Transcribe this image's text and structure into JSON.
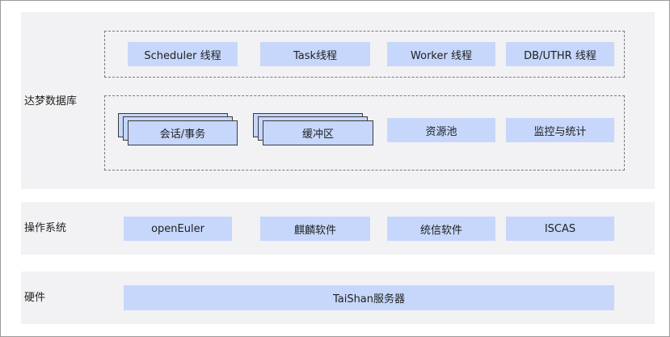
{
  "db_layer": {
    "label": "达梦数据库",
    "threads": [
      "Scheduler 线程",
      "Task线程",
      "Worker 线程",
      "DB/UTHR 线程"
    ],
    "components": {
      "session": "会话/事务",
      "buffer": "缓冲区",
      "resource_pool": "资源池",
      "monitor": "监控与统计"
    }
  },
  "os_layer": {
    "label": "操作系统",
    "items": [
      "openEuler",
      "麒麟软件",
      "统信软件",
      "ISCAS"
    ]
  },
  "hw_layer": {
    "label": "硬件",
    "item": "TaiShan服务器"
  }
}
